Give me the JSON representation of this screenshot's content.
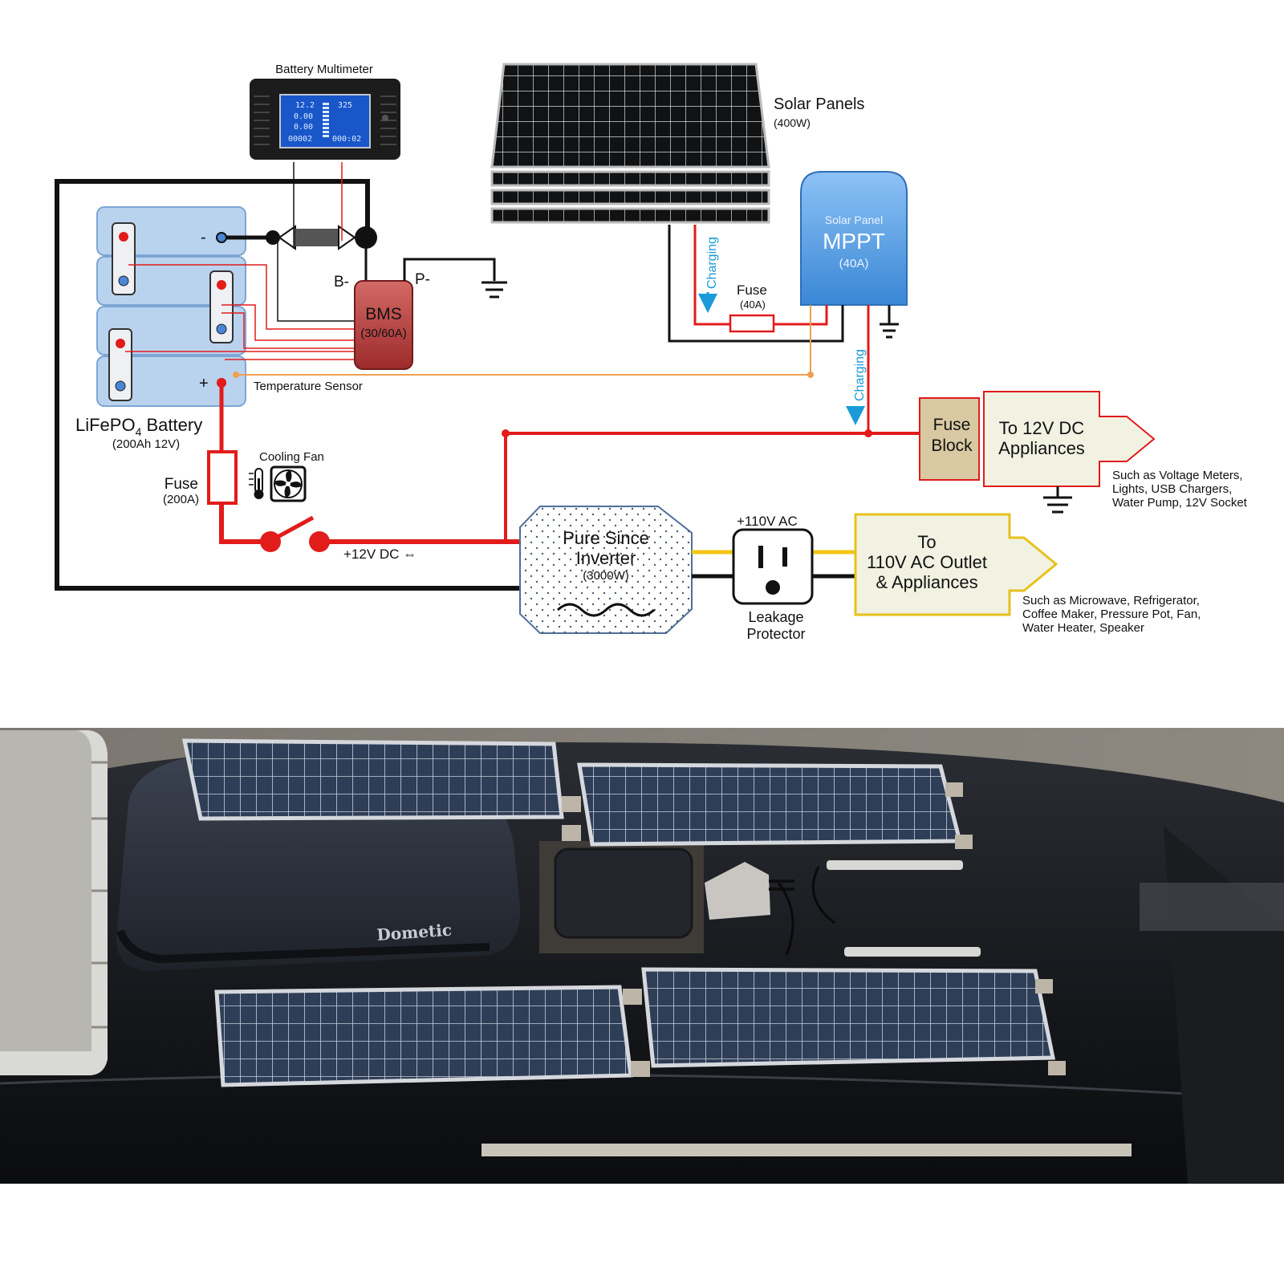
{
  "diagram": {
    "multimeter": {
      "title": "Battery Multimeter",
      "lcd_v": "12.2",
      "lcd_w": "325",
      "lcd_a": "0.00",
      "lcd_wh": "0.00",
      "lcd_ah": "00002",
      "lcd_t": "000:02"
    },
    "solar_panels": {
      "title": "Solar Panels",
      "rating": "(400W)"
    },
    "mppt": {
      "line1": "Solar Panel",
      "line2": "MPPT",
      "line3": "(40A)"
    },
    "charging_label": "Charging",
    "fuse_40": {
      "label": "Fuse",
      "rating": "(40A)"
    },
    "battery": {
      "title_main": "LiFePO",
      "title_sub": "4",
      "title_end": " Battery",
      "rating": "(200Ah 12V)",
      "minus": "-",
      "plus": "+"
    },
    "bms": {
      "label": "BMS",
      "rating": "(30/60A)",
      "b_minus": "B-",
      "p_minus": "P-"
    },
    "temperature_sensor": "Temperature Sensor",
    "cooling_fan": "Cooling Fan",
    "fuse_200": {
      "label": "Fuse",
      "rating": "(200A)"
    },
    "dc_label": "+12V DC ⇔",
    "inverter": {
      "line1": "Pure Since",
      "line2": "Inverter",
      "rating": "(3000W)"
    },
    "ac_label": "+110V AC",
    "leakage": {
      "line1": "Leakage",
      "line2": "Protector"
    },
    "fuse_block": {
      "line1": "Fuse",
      "line2": "Block"
    },
    "dc_appliances": {
      "line1": "To 12V DC",
      "line2": "Appliances",
      "note1": "Such as Voltage Meters,",
      "note2": "Lights, USB Chargers,",
      "note3": "Water Pump, 12V Socket"
    },
    "ac_appliances": {
      "line1": "To",
      "line2": "110V AC Outlet",
      "line3": "& Appliances",
      "note1": "Such as Microwave, Refrigerator,",
      "note2": "Coffee Maker, Pressure Pot, Fan,",
      "note3": "Water Heater,  Speaker"
    }
  },
  "photo": {
    "vent_brand": "Dometic"
  },
  "colors": {
    "wire_red": "#e21b1b",
    "wire_black": "#111111",
    "wire_yellow": "#f3c613",
    "wire_orange": "#f0a050",
    "mppt_blue": "#5aa2ea",
    "bms_red": "#b5403f",
    "battery_blue": "#b9d3ef",
    "fuse_block_tan": "#d8c9a3",
    "appliance_cream": "#f2f2e2",
    "charging_cyan": "#1a9bd8"
  }
}
